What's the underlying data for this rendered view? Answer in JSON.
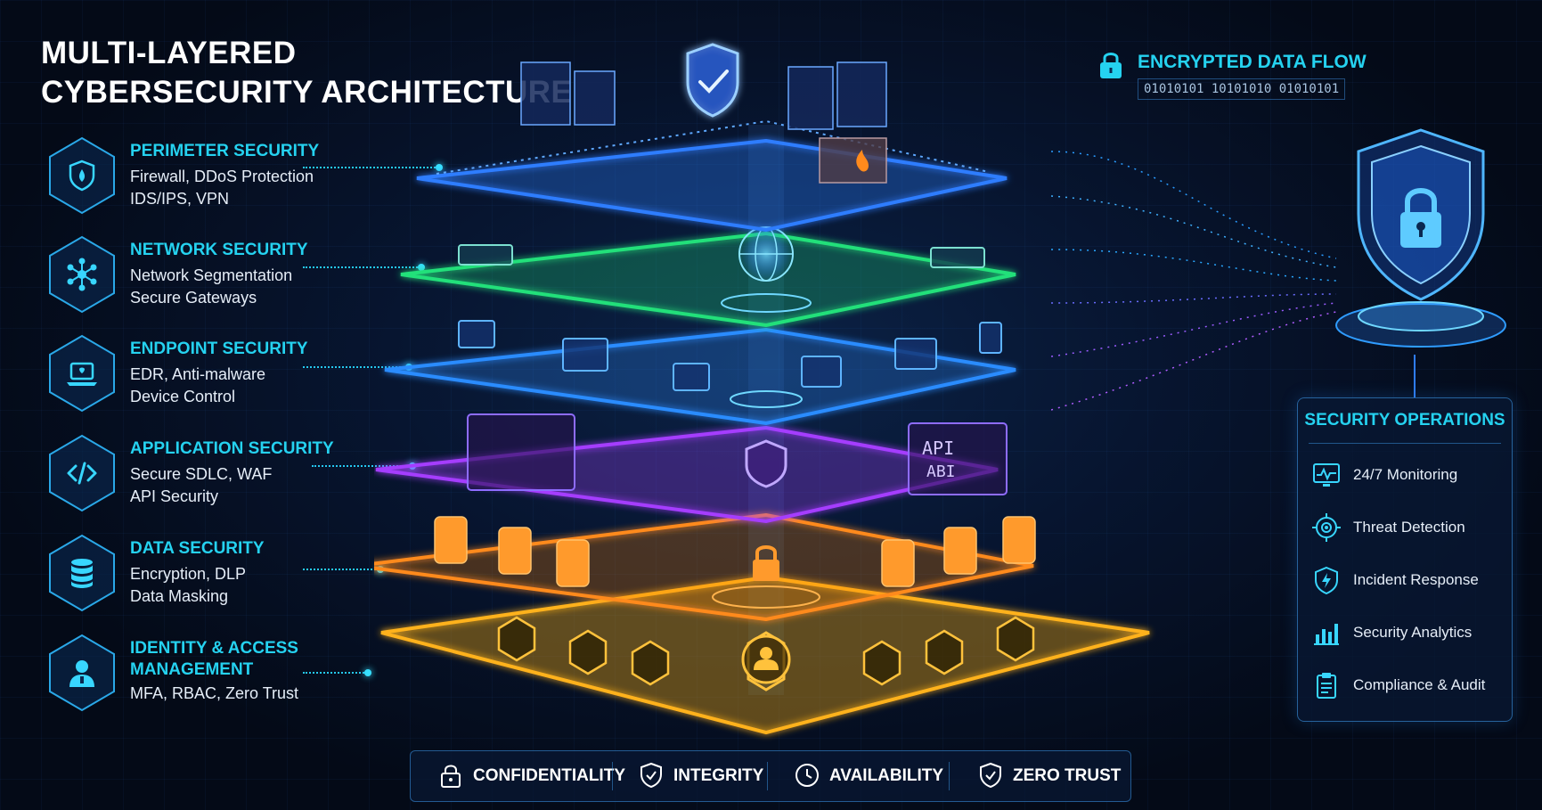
{
  "title": {
    "line1": "MULTI-LAYERED",
    "line2": "CYBERSECURITY ARCHITECTURE"
  },
  "layers": [
    {
      "name": "PERIMETER SECURITY",
      "desc1": "Firewall, DDoS Protection",
      "desc2": "IDS/IPS, VPN",
      "icon": "shield-icon",
      "color": "#2f7dff"
    },
    {
      "name": "NETWORK SECURITY",
      "desc1": "Network Segmentation",
      "desc2": "Secure Gateways",
      "icon": "network-nodes-icon",
      "color": "#22e07a"
    },
    {
      "name": "ENDPOINT SECURITY",
      "desc1": "EDR, Anti-malware",
      "desc2": "Device Control",
      "icon": "laptop-icon",
      "color": "#2c8cff"
    },
    {
      "name": "APPLICATION SECURITY",
      "desc1": "Secure SDLC, WAF",
      "desc2": "API Security",
      "icon": "code-icon",
      "color": "#a53cff"
    },
    {
      "name": "DATA SECURITY",
      "desc1": "Encryption, DLP",
      "desc2": "Data Masking",
      "icon": "database-icon",
      "color": "#ff8a1c"
    },
    {
      "name": "IDENTITY & ACCESS",
      "name2": "MANAGEMENT",
      "desc1": "MFA, RBAC, Zero Trust",
      "icon": "user-icon",
      "color": "#ffb21c"
    }
  ],
  "encrypted": {
    "label": "ENCRYPTED DATA FLOW",
    "binary": "01010101 10101010 01010101",
    "icon": "lock-icon"
  },
  "operations": {
    "heading": "SECURITY OPERATIONS",
    "items": [
      {
        "label": "24/7 Monitoring",
        "icon": "monitor-pulse-icon"
      },
      {
        "label": "Threat Detection",
        "icon": "target-icon"
      },
      {
        "label": "Incident Response",
        "icon": "shield-bolt-icon"
      },
      {
        "label": "Security Analytics",
        "icon": "bar-chart-icon"
      },
      {
        "label": "Compliance & Audit",
        "icon": "clipboard-icon"
      }
    ]
  },
  "principles": [
    {
      "label": "CONFIDENTIALITY",
      "icon": "padlock-icon"
    },
    {
      "label": "INTEGRITY",
      "icon": "shield-check-icon"
    },
    {
      "label": "AVAILABILITY",
      "icon": "clock-icon"
    },
    {
      "label": "ZERO TRUST",
      "icon": "shield-check-icon"
    }
  ],
  "stack_labels": {
    "api_top": "API",
    "api_bottom": "ABI"
  },
  "colors": {
    "accent": "#25d2f0",
    "perimeter": "#2f7dff",
    "network": "#22e07a",
    "endpoint": "#2c8cff",
    "application": "#a53cff",
    "data": "#ff8a1c",
    "identity": "#ffb21c"
  }
}
